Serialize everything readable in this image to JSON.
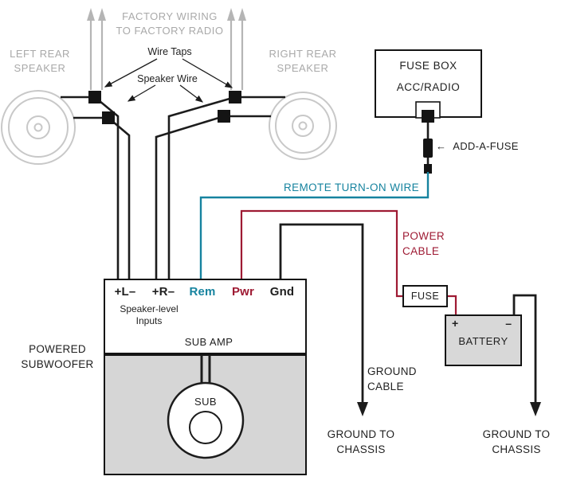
{
  "colors": {
    "remote_wire": "#16839f",
    "power_wire": "#9e1a33",
    "factory_wiring_gray": "#b5b5b5",
    "new_wiring_black": "#1c1c1c"
  },
  "factory_wiring_label": {
    "line1": "FACTORY WIRING",
    "line2": "TO FACTORY RADIO"
  },
  "speakers": {
    "left": {
      "line1": "LEFT REAR",
      "line2": "SPEAKER"
    },
    "right": {
      "line1": "RIGHT REAR",
      "line2": "SPEAKER"
    }
  },
  "callouts": {
    "wire_taps": "Wire Taps",
    "speaker_wire": "Speaker Wire",
    "add_a_fuse_arrow": "←",
    "add_a_fuse": "ADD-A-FUSE",
    "remote_turn_on": "REMOTE TURN-ON WIRE",
    "power_cable": {
      "line1": "POWER",
      "line2": "CABLE"
    },
    "ground_cable": {
      "line1": "GROUND",
      "line2": "CABLE"
    },
    "ground_chassis_left": {
      "line1": "GROUND TO",
      "line2": "CHASSIS"
    },
    "ground_chassis_right": {
      "line1": "GROUND TO",
      "line2": "CHASSIS"
    }
  },
  "fuse_box": {
    "title": "FUSE BOX",
    "slot": "ACC/RADIO"
  },
  "inline_fuse": {
    "label": "FUSE"
  },
  "battery": {
    "label": "BATTERY",
    "plus": "+",
    "minus": "–"
  },
  "amp": {
    "name": "SUB AMP",
    "inputs_label": {
      "line1": "Speaker-level",
      "line2": "Inputs"
    },
    "terminals": {
      "left_input": "+L–",
      "right_input": "+R–",
      "remote": "Rem",
      "power": "Pwr",
      "ground": "Gnd"
    }
  },
  "powered_subwoofer": {
    "label": {
      "line1": "POWERED",
      "line2": "SUBWOOFER"
    },
    "driver": "SUB"
  }
}
